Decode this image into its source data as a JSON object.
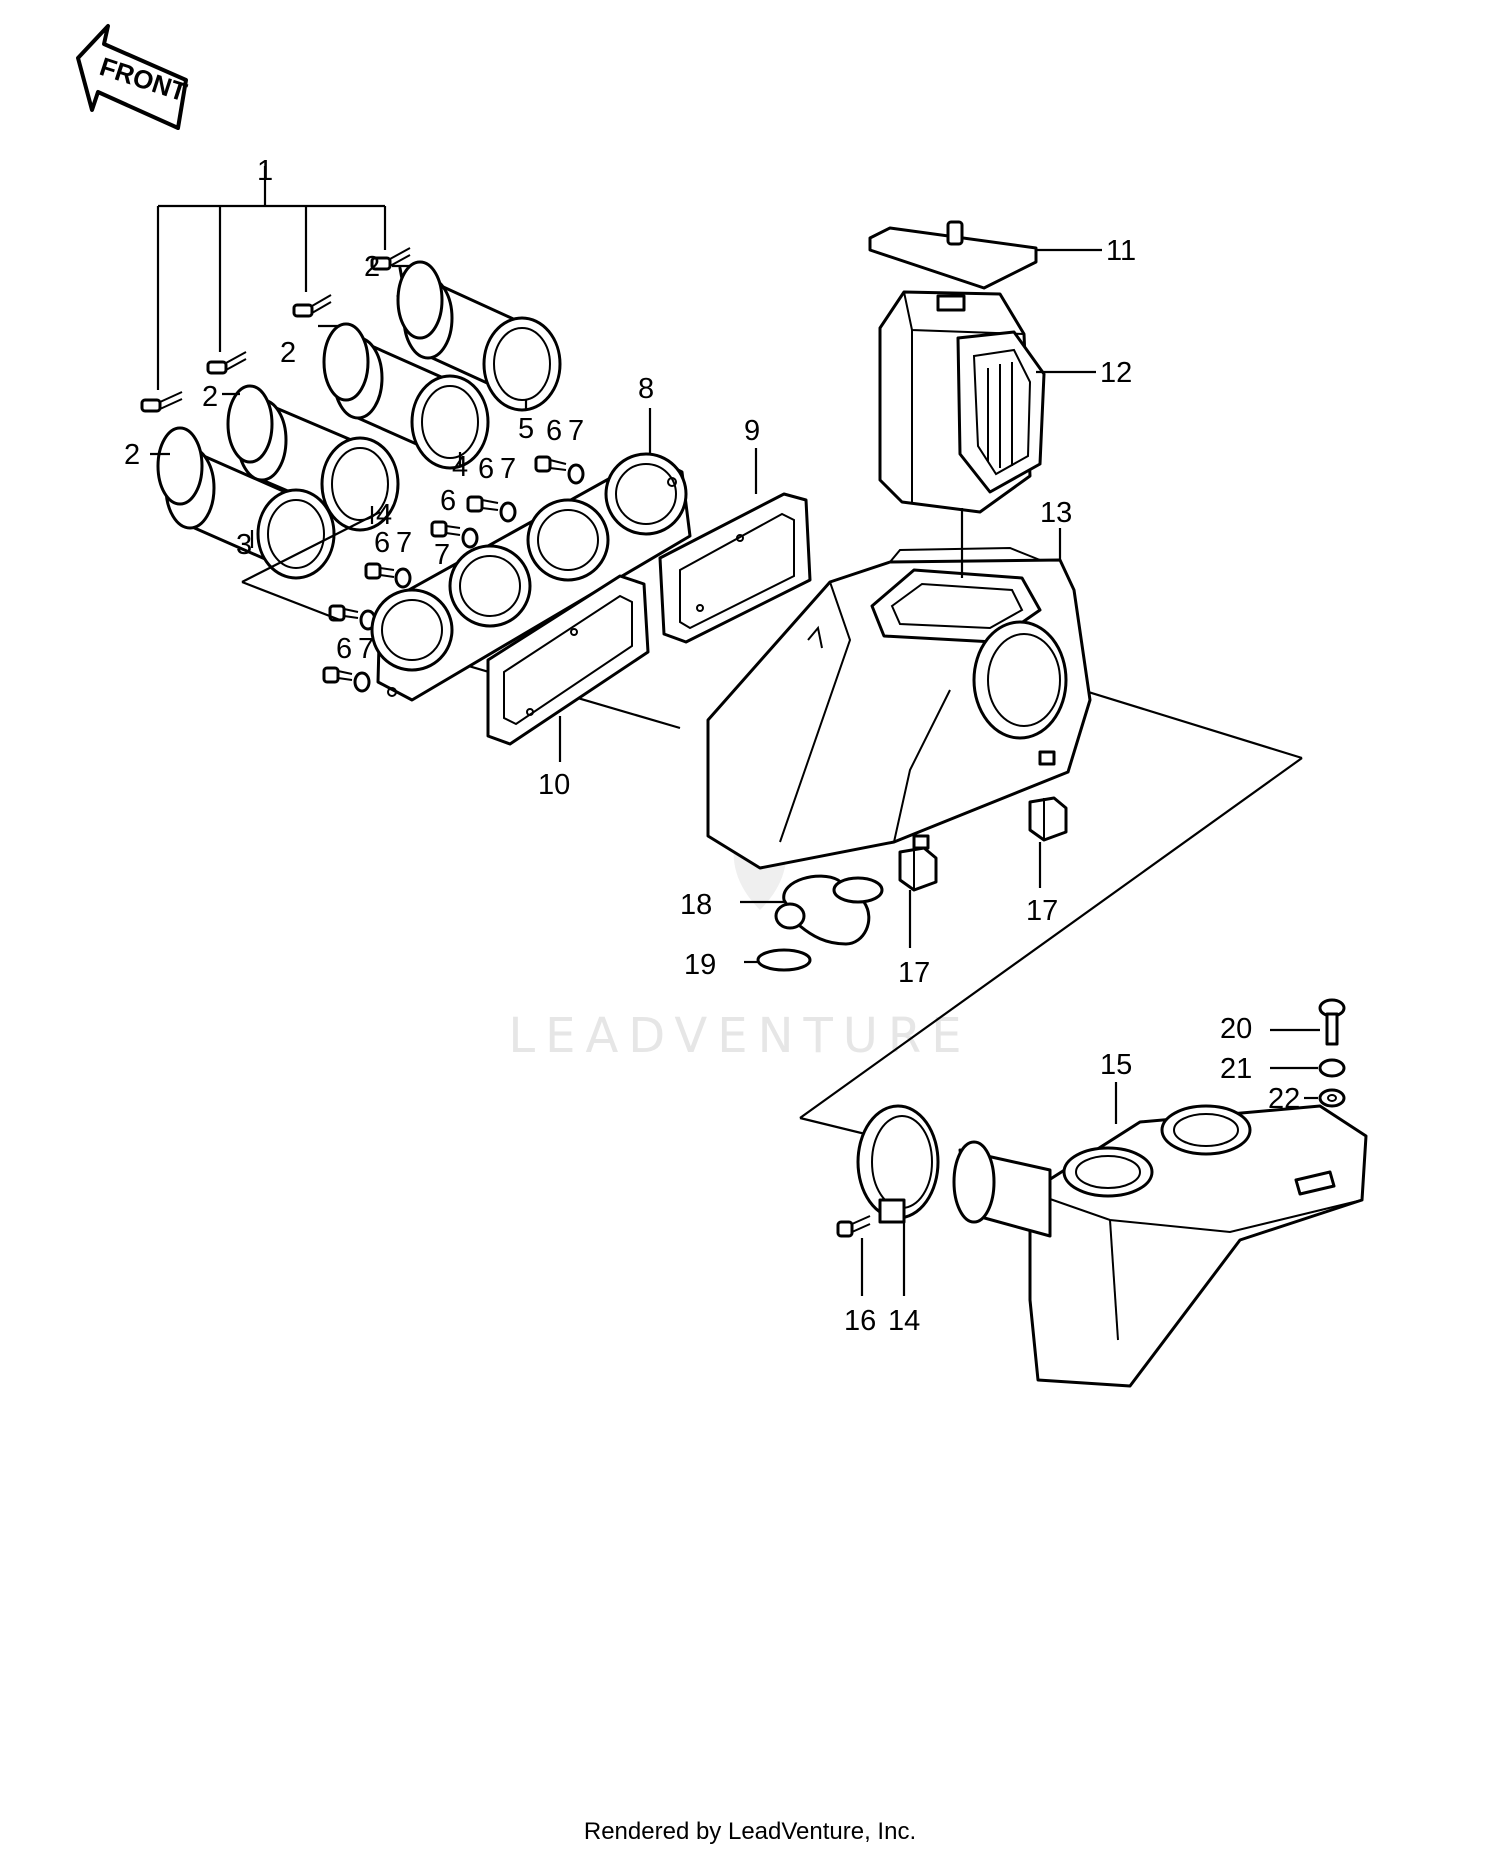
{
  "front_label": "FRONT",
  "watermark": "LEADVENTURE",
  "footer": "Rendered by LeadVenture, Inc.",
  "callouts": {
    "c1": "1",
    "c2a": "2",
    "c2b": "2",
    "c2c": "2",
    "c2d": "2",
    "c3": "3",
    "c4a": "4",
    "c4b": "4",
    "c5": "5",
    "c6a": "6",
    "c7a": "7",
    "c6b": "6",
    "c7b": "7",
    "c6c": "6",
    "c7c": "7",
    "c6d": "6",
    "c7d": "7",
    "c6e": "6",
    "c7e": "7",
    "c8": "8",
    "c9": "9",
    "c10": "10",
    "c11": "11",
    "c12": "12",
    "c13": "13",
    "c14": "14",
    "c15": "15",
    "c16": "16",
    "c17a": "17",
    "c17b": "17",
    "c18": "18",
    "c19": "19",
    "c20": "20",
    "c21": "21",
    "c22": "22"
  }
}
